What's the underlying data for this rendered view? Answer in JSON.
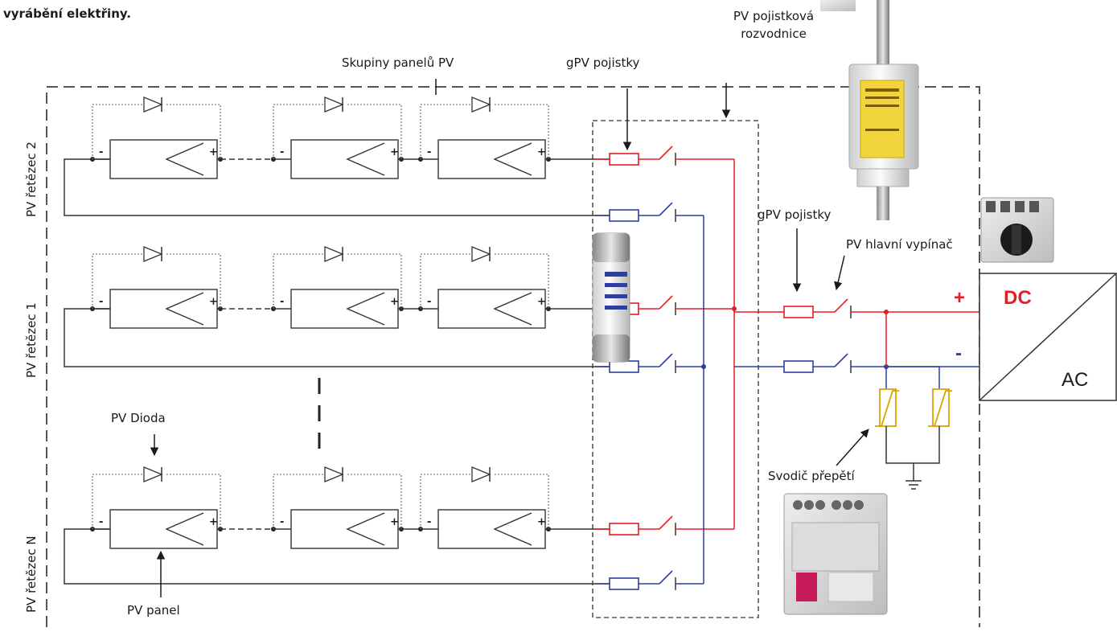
{
  "caption_fragment": "vyrábění elektřiny.",
  "labels": {
    "string_groups": "Skupiny panelů PV",
    "gpv_fuses_top": "gPV pojistky",
    "fuse_box": "PV pojistková\nrozvodnice",
    "gpv_fuses_main": "gPV pojistky",
    "main_switch": "PV hlavní vypínač",
    "diode": "PV Dioda",
    "panel": "PV panel",
    "surge_arrester": "Svodič přepětí"
  },
  "strings": [
    "PV řetězec 2",
    "PV řetězec 1",
    "PV řetězec N"
  ],
  "polarity": {
    "plus": "+",
    "minus": "-"
  },
  "dc_plus": "+",
  "dc_label": "DC",
  "dc_minus": "-",
  "ac_label": "AC",
  "colors": {
    "positive": "#e31e24",
    "negative": "#2d3e9e",
    "line": "#333333",
    "surge": "#d9a400"
  }
}
